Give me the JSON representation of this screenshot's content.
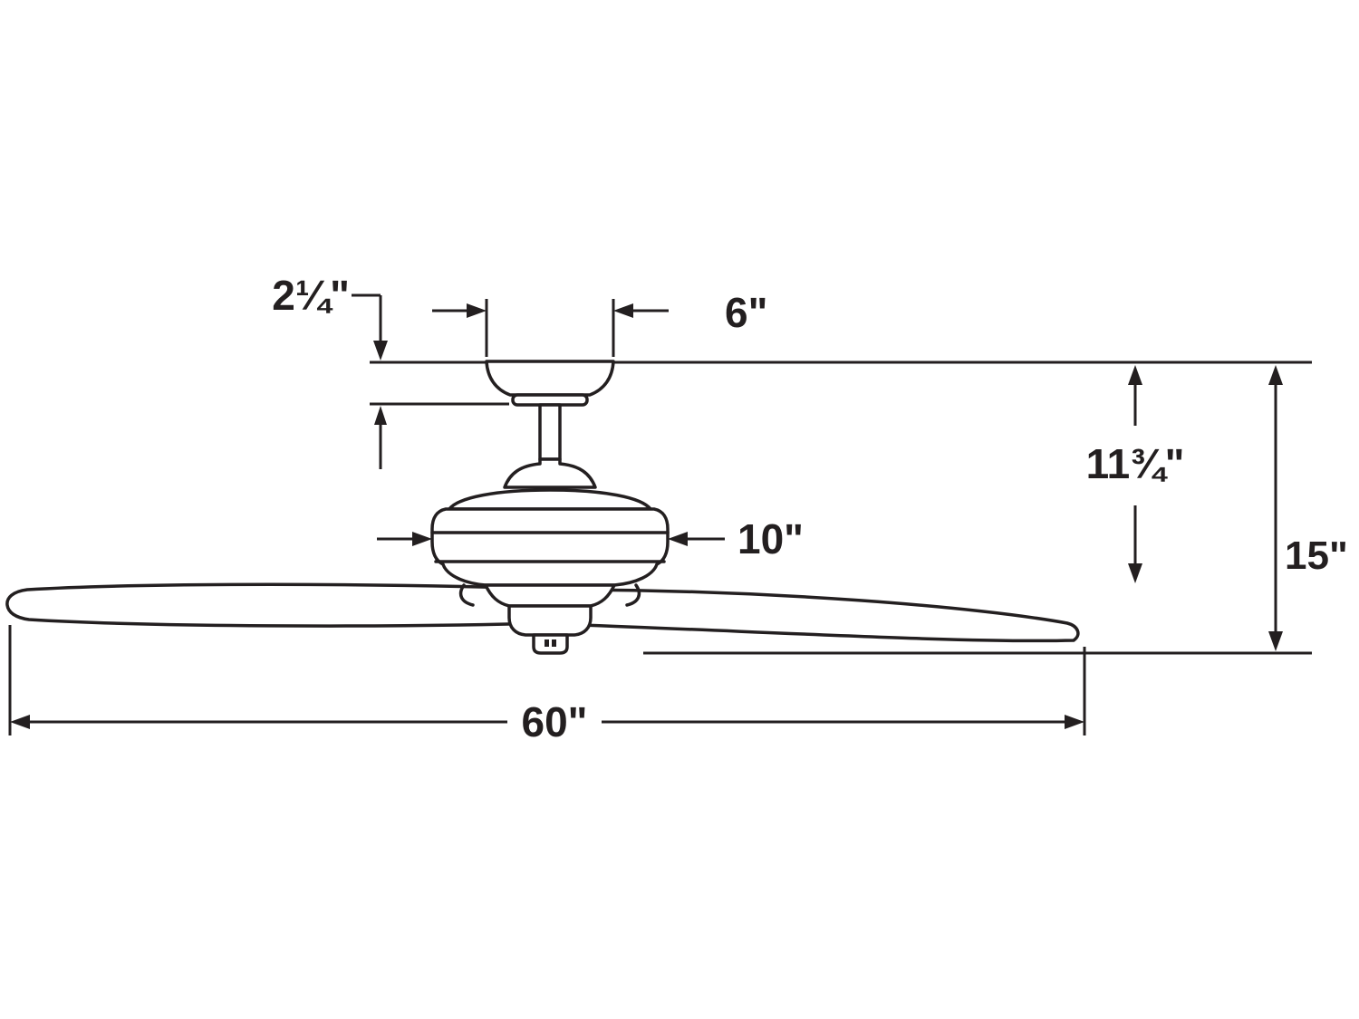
{
  "diagram": {
    "subject": "ceiling-fan-dimension-drawing",
    "view": "front-elevation",
    "colors": {
      "line": "#231f20",
      "background": "#ffffff"
    },
    "labels": {
      "canopy_height": "2¼\"",
      "canopy_width": "6\"",
      "motor_width": "10\"",
      "ceiling_to_blades": "11¾\"",
      "overall_height": "15\"",
      "blade_span": "60\""
    }
  }
}
